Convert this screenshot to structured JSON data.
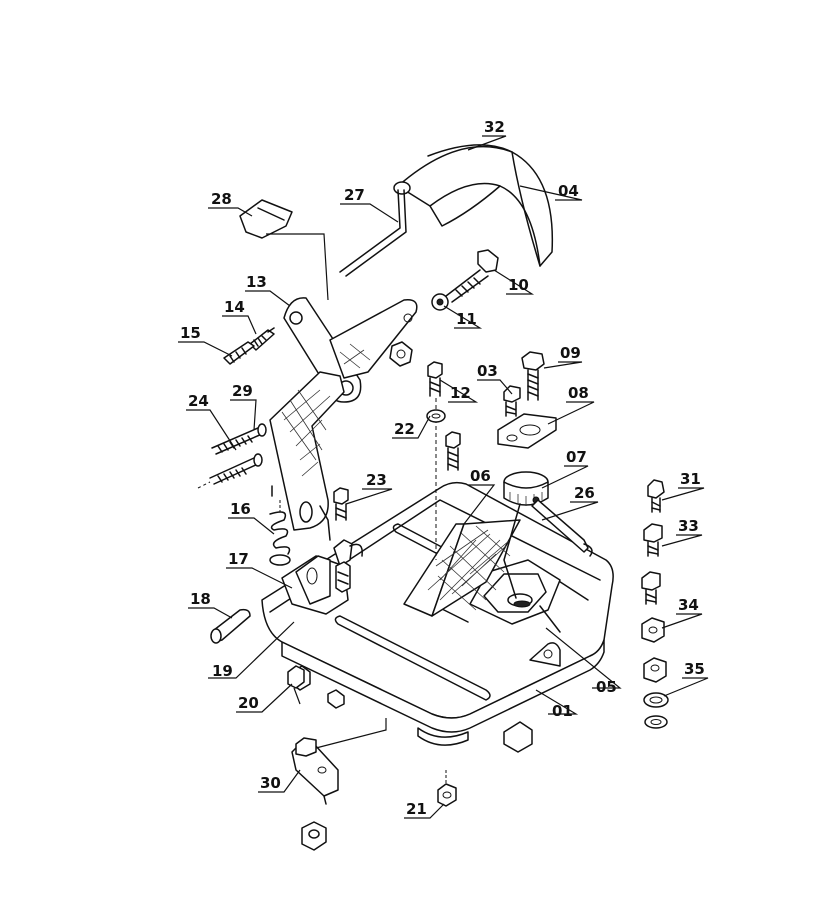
{
  "diagram": {
    "labels": {
      "p01": "01",
      "p03": "03",
      "p04": "04",
      "p05": "05",
      "p06": "06",
      "p07": "07",
      "p08": "08",
      "p09": "09",
      "p10": "10",
      "p11": "11",
      "p12": "12",
      "p13": "13",
      "p14": "14",
      "p15": "15",
      "p16": "16",
      "p17": "17",
      "p18": "18",
      "p19": "19",
      "p20": "20",
      "p21": "21",
      "p22": "22",
      "p23": "23",
      "p24": "24",
      "p26": "26",
      "p27": "27",
      "p28": "28",
      "p29": "29",
      "p30": "30",
      "p31": "31",
      "p32": "32",
      "p33": "33",
      "p34": "34",
      "p35": "35"
    }
  }
}
